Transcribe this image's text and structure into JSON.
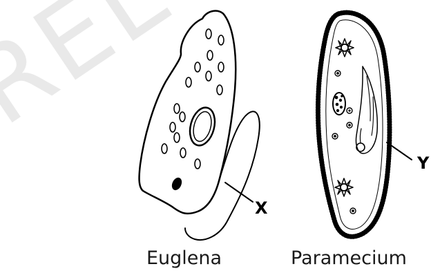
{
  "watermark": "REL",
  "organisms": [
    {
      "name": "Euglena",
      "pointer_label": "X"
    },
    {
      "name": "Paramecium",
      "pointer_label": "Y"
    }
  ]
}
